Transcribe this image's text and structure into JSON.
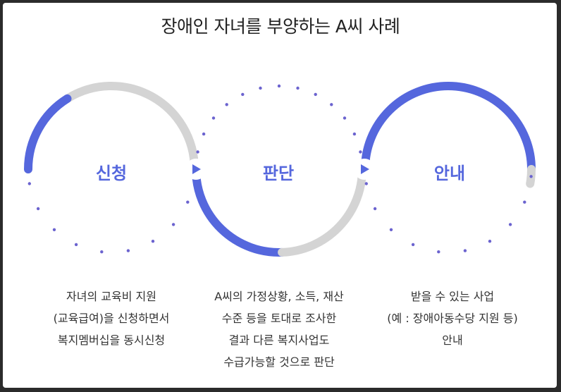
{
  "title": "장애인 자녀를 부양하는 A씨 사례",
  "colors": {
    "accent": "#5567dd",
    "track": "#d4d4d4",
    "dot": "#6b63cf"
  },
  "steps": [
    {
      "label": "신청",
      "desc": [
        "자녀의 교육비 지원",
        "(교육급여)을 신청하면서",
        "복지멤버십을 동시신청"
      ]
    },
    {
      "label": "판단",
      "desc": [
        "A씨의 가정상황, 소득, 재산",
        "수준 등을 토대로 조사한",
        "결과 다른 복지사업도",
        "수급가능할 것으로 판단"
      ]
    },
    {
      "label": "안내",
      "desc": [
        "받을 수 있는 사업",
        "(예 : 장애아동수당 지원 등)",
        "안내"
      ]
    }
  ]
}
